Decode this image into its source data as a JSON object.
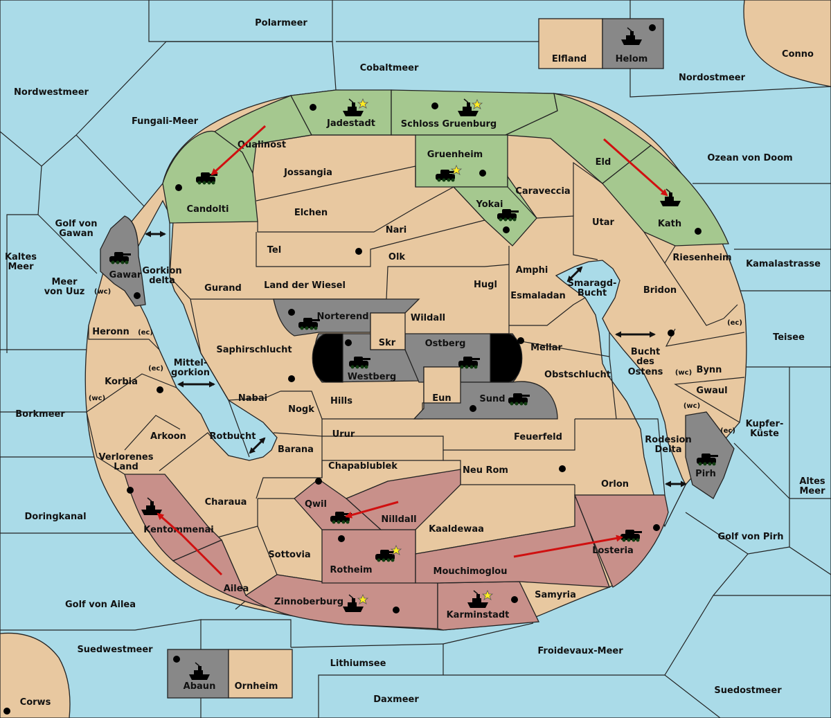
{
  "map": {
    "colors": {
      "sea": "#aadbe8",
      "land": "#e8c8a0",
      "green_power": "#a5c88f",
      "red_power": "#c8908a",
      "neutral_grey": "#888888",
      "order_arrow": "#d01010"
    },
    "seas": {
      "polarmeer": "Polarmeer",
      "cobaltmeer": "Cobaltmeer",
      "nordostmeer": "Nordostmeer",
      "nordwestmeer": "Nordwestmeer",
      "fungali": "Fungali-Meer",
      "ozean_doom": "Ozean von Doom",
      "golf_gawan_1": "Golf von",
      "golf_gawan_2": "Gawan",
      "kaltes_1": "Kaltes",
      "kaltes_2": "Meer",
      "meer_uuz_1": "Meer",
      "meer_uuz_2": "von Uuz",
      "gorkion_1": "Gorkion",
      "gorkion_2": "delta",
      "kamalastrasse": "Kamalastrasse",
      "smaragd_1": "Smaragd-",
      "smaragd_2": "Bucht",
      "teisee": "Teisee",
      "bucht_1": "Bucht",
      "bucht_2": "des",
      "bucht_3": "Ostens",
      "mittel_1": "Mittel-",
      "mittel_2": "gorkion",
      "borkmeer": "Borkmeer",
      "kupfer_1": "Kupfer-",
      "kupfer_2": "Küste",
      "rotbucht": "Rotbucht",
      "rodesion_1": "Rodesion",
      "rodesion_2": "Delta",
      "altes_1": "Altes",
      "altes_2": "Meer",
      "doringkanal": "Doringkanal",
      "golf_pirh": "Golf von Pirh",
      "golf_ailea": "Golf von Ailea",
      "suedwestmeer": "Suedwestmeer",
      "froidevaux": "Froidevaux-Meer",
      "lithiumsee": "Lithiumsee",
      "suedostmeer": "Suedostmeer",
      "daxmeer": "Daxmeer"
    },
    "lands": {
      "conno": "Conno",
      "elfland": "Elfland",
      "helom": "Helom",
      "corws": "Corws",
      "abaun": "Abaun",
      "ornheim": "Ornheim",
      "jadestadt": "Jadestadt",
      "schloss": "Schloss Gruenburg",
      "qualinost": "Qualinost",
      "gruenheim": "Gruenheim",
      "eld": "Eld",
      "jossangia": "Jossangia",
      "candolti": "Candolti",
      "caraveccia": "Caraveccia",
      "yokai": "Yokai",
      "elchen": "Elchen",
      "nari": "Nari",
      "utar": "Utar",
      "kath": "Kath",
      "tel": "Tel",
      "olk": "Olk",
      "amphi": "Amphi",
      "riesenheim": "Riesenheim",
      "gawar": "Gawar",
      "gurand": "Gurand",
      "land_wiesel": "Land der Wiesel",
      "hugl": "Hugl",
      "bridon": "Bridon",
      "esmaladan": "Esmaladan",
      "norterend": "Norterend",
      "wildall": "Wildall",
      "heronn": "Heronn",
      "saphirschlucht": "Saphirschlucht",
      "skr": "Skr",
      "ostberg": "Ostberg",
      "mellar": "Mellar",
      "westberg": "Westberg",
      "obstschlucht": "Obstschlucht",
      "bynn": "Bynn",
      "korbia": "Korbia",
      "nabai": "Nabai",
      "hills": "Hills",
      "eun": "Eun",
      "sund": "Sund",
      "gwaul": "Gwaul",
      "nogk": "Nogk",
      "arkoon": "Arkoon",
      "urur": "Urur",
      "feuerfeld": "Feuerfeld",
      "barana": "Barana",
      "verlorenes_1": "Verlorenes",
      "verlorenes_2": "Land",
      "chapablublek": "Chapablublek",
      "neu_rom": "Neu Rom",
      "pirh": "Pirh",
      "orlon": "Orlon",
      "charaua": "Charaua",
      "qwil": "Qwil",
      "nilldall": "Nilldall",
      "kentommenai": "Kentommenai",
      "kaaldewaa": "Kaaldewaa",
      "sottovia": "Sottovia",
      "rotheim": "Rotheim",
      "mouchimoglou": "Mouchimoglou",
      "losteria": "Losteria",
      "ailea": "Ailea",
      "samyria": "Samyria",
      "zinnoberburg": "Zinnoberburg",
      "karminstadt": "Karminstadt"
    },
    "coasts": {
      "wc": "(wc)",
      "ec": "(ec)"
    }
  }
}
